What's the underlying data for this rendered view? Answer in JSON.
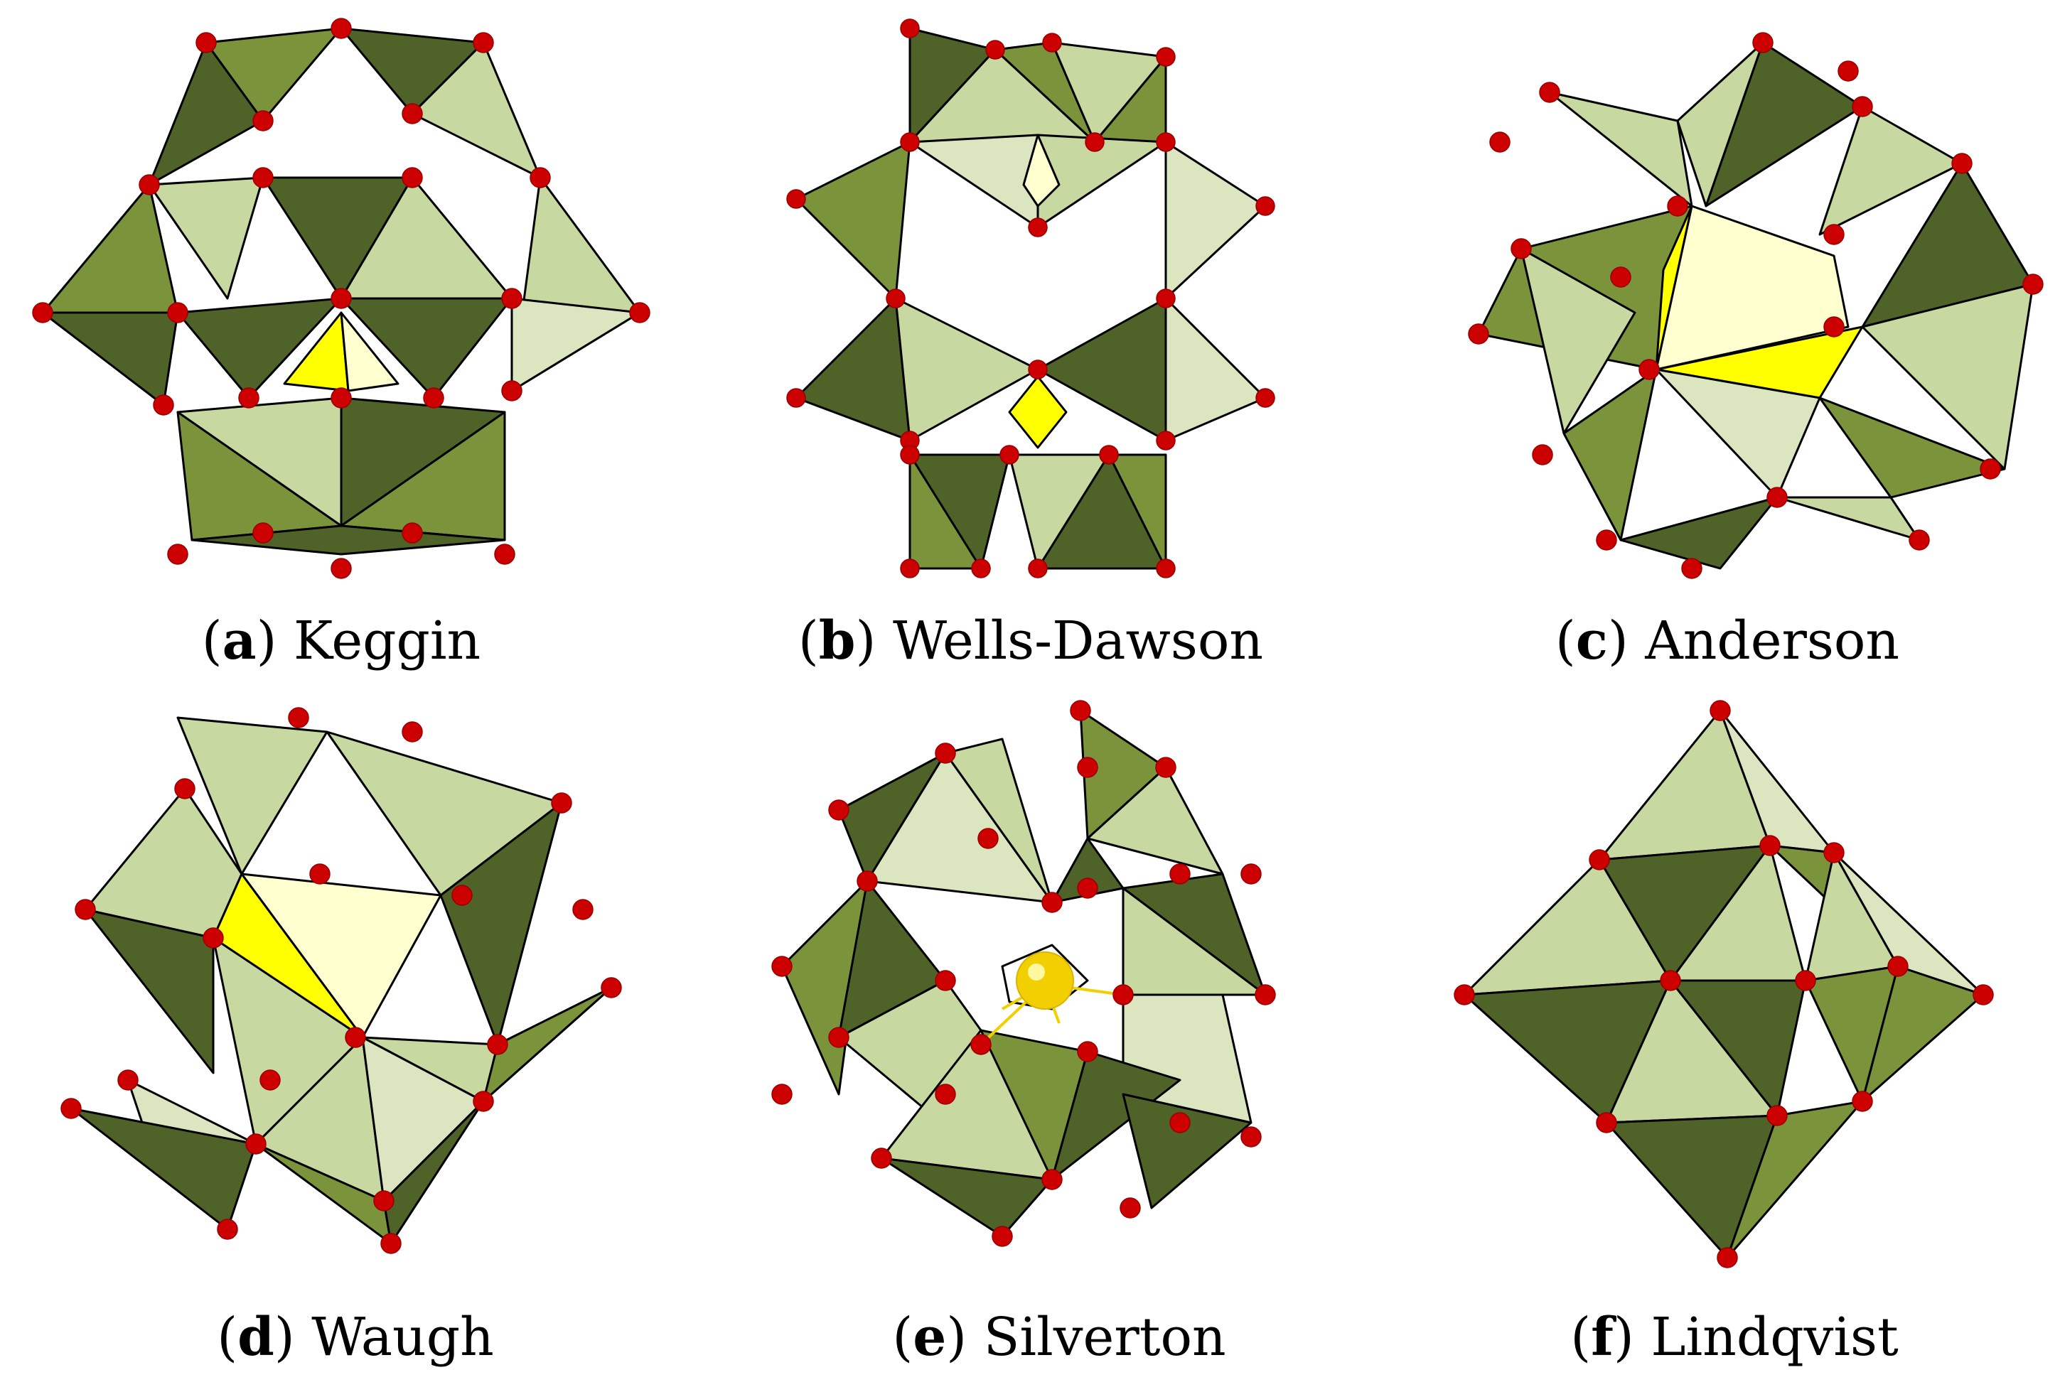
{
  "colors": {
    "dark": "#4f6329",
    "mid": "#7b943c",
    "light": "#c7d8a0",
    "pale": "#dbe6c0",
    "highlight": "#ffff00",
    "pale_yellow": "#ffffd0",
    "oxygen": "#cc0000",
    "heteroatom": "#f2cf00"
  },
  "panels": [
    {
      "id": "a",
      "letter": "a",
      "name": "Keggin"
    },
    {
      "id": "b",
      "letter": "b",
      "name": "Wells-Dawson"
    },
    {
      "id": "c",
      "letter": "c",
      "name": "Anderson"
    },
    {
      "id": "d",
      "letter": "d",
      "name": "Waugh"
    },
    {
      "id": "e",
      "letter": "e",
      "name": "Silverton"
    },
    {
      "id": "f",
      "letter": "f",
      "name": "Lindqvist"
    }
  ]
}
